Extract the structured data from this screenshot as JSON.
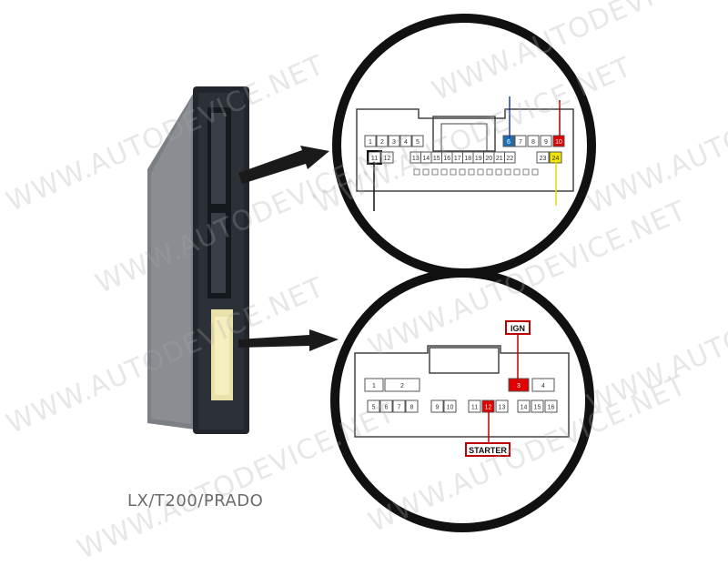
{
  "watermark": "WWW.AUTODEVICE.NET",
  "caption": "LX/T200/PRADO",
  "top_connector": {
    "row1": [
      "1",
      "2",
      "3",
      "4",
      "5",
      "6",
      "7",
      "8",
      "9",
      "10"
    ],
    "row2_left": [
      "11",
      "12"
    ],
    "row2_mid": [
      "13",
      "14",
      "15",
      "16",
      "17",
      "18",
      "19",
      "20",
      "21",
      "22"
    ],
    "row2_right": [
      "23",
      "24"
    ],
    "highlight_colors": {
      "blue": "#1f6fb2",
      "red": "#e00000",
      "yellow": "#f2e600",
      "black": "#111111"
    }
  },
  "bottom_connector": {
    "row1": [
      "1",
      "2",
      "3",
      "4"
    ],
    "row2": [
      "5",
      "6",
      "7",
      "8",
      "9",
      "10",
      "11",
      "12",
      "13",
      "14",
      "15",
      "16"
    ],
    "labels": {
      "ign": "IGN",
      "starter": "STARTER"
    },
    "highlight_color": "#e00000"
  }
}
